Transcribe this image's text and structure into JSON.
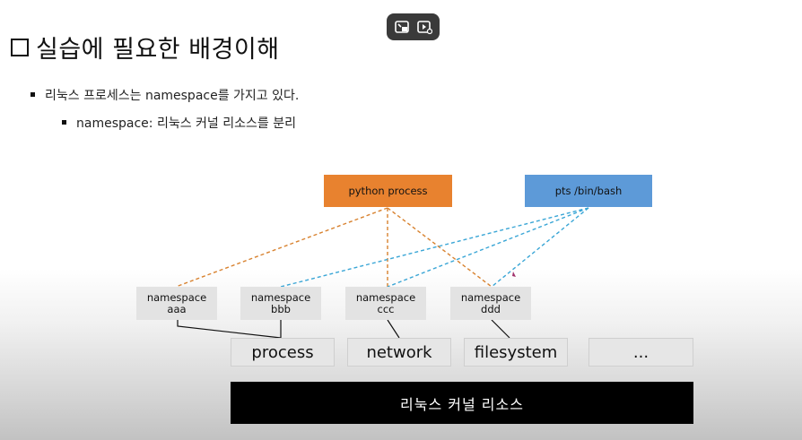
{
  "slide": {
    "title": "실습에 필요한 배경이해",
    "bullets": [
      "리눅스 프로세스는 namespace를 가지고 있다.",
      "namespace: 리눅스 커널 리소스를 분리"
    ]
  },
  "diagram": {
    "processes": {
      "python": "python process",
      "bash": "pts /bin/bash"
    },
    "namespaces": [
      {
        "line1": "namespace",
        "line2": "aaa"
      },
      {
        "line1": "namespace",
        "line2": "bbb"
      },
      {
        "line1": "namespace",
        "line2": "ccc"
      },
      {
        "line1": "namespace",
        "line2": "ddd"
      }
    ],
    "resources": [
      "process",
      "network",
      "filesystem",
      "..."
    ],
    "kernel": "리눅스 커널 리소스",
    "colors": {
      "python_box": "#e8822f",
      "bash_box": "#5d9ad8",
      "python_link": "#d8822f",
      "bash_link": "#3aa6d6"
    }
  },
  "player": {
    "icons": [
      "pip-icon",
      "video-settings-icon"
    ]
  }
}
